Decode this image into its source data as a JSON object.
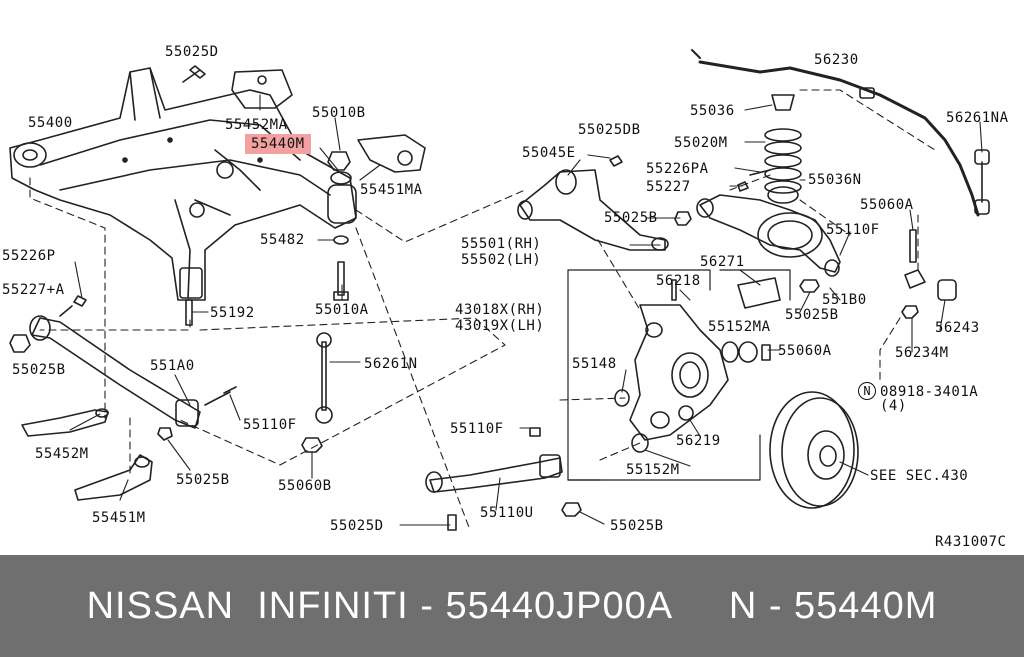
{
  "diagram": {
    "labels": [
      {
        "id": "l1",
        "text": "55025D"
      },
      {
        "id": "l2",
        "text": "55400"
      },
      {
        "id": "l3",
        "text": "55452MA"
      },
      {
        "id": "l4",
        "text": "55010B"
      },
      {
        "id": "l5",
        "text": "55440M"
      },
      {
        "id": "l6",
        "text": "55451MA"
      },
      {
        "id": "l7",
        "text": "55482"
      },
      {
        "id": "l8",
        "text": "55226P"
      },
      {
        "id": "l9",
        "text": "55227+A"
      },
      {
        "id": "l10",
        "text": "55192"
      },
      {
        "id": "l11",
        "text": "55010A"
      },
      {
        "id": "l12",
        "text": "55025B"
      },
      {
        "id": "l13",
        "text": "551A0"
      },
      {
        "id": "l14",
        "text": "56261N"
      },
      {
        "id": "l15",
        "text": "55110F"
      },
      {
        "id": "l16",
        "text": "55452M"
      },
      {
        "id": "l17",
        "text": "55025B"
      },
      {
        "id": "l18",
        "text": "55060B"
      },
      {
        "id": "l19",
        "text": "55451M"
      },
      {
        "id": "l20",
        "text": "55025D"
      },
      {
        "id": "l21",
        "text": "55110U"
      },
      {
        "id": "l22",
        "text": "55025B"
      },
      {
        "id": "l23",
        "text": "55110F"
      },
      {
        "id": "l24",
        "text": "55025DB"
      },
      {
        "id": "l25",
        "text": "55045E"
      },
      {
        "id": "l26",
        "text": "55025B"
      },
      {
        "id": "l27",
        "text": "55501(RH)"
      },
      {
        "id": "l28",
        "text": "55502(LH)"
      },
      {
        "id": "l29",
        "text": "43018X(RH)"
      },
      {
        "id": "l30",
        "text": "43019X(LH)"
      },
      {
        "id": "l31",
        "text": "56218"
      },
      {
        "id": "l32",
        "text": "55148"
      },
      {
        "id": "l33",
        "text": "56219"
      },
      {
        "id": "l34",
        "text": "55152M"
      },
      {
        "id": "l35",
        "text": "56230"
      },
      {
        "id": "l36",
        "text": "55036"
      },
      {
        "id": "l37",
        "text": "55020M"
      },
      {
        "id": "l38",
        "text": "55226PA"
      },
      {
        "id": "l39",
        "text": "55227"
      },
      {
        "id": "l40",
        "text": "55036N"
      },
      {
        "id": "l41",
        "text": "56261NA"
      },
      {
        "id": "l42",
        "text": "55060A"
      },
      {
        "id": "l43",
        "text": "55110F"
      },
      {
        "id": "l44",
        "text": "56271"
      },
      {
        "id": "l45",
        "text": "551B0"
      },
      {
        "id": "l46",
        "text": "55152MA"
      },
      {
        "id": "l47",
        "text": "55025B"
      },
      {
        "id": "l48",
        "text": "55060A"
      },
      {
        "id": "l49",
        "text": "56243"
      },
      {
        "id": "l50",
        "text": "56234M"
      },
      {
        "id": "l51",
        "text": "N"
      },
      {
        "id": "l52",
        "text": "08918-3401A"
      },
      {
        "id": "l53",
        "text": "(4)"
      },
      {
        "id": "l54",
        "text": "SEE SEC.430"
      },
      {
        "id": "l55",
        "text": "R431007C"
      }
    ],
    "highlight_color": "#f2a0a0"
  },
  "footer": {
    "text": "NISSAN  INFINITI - 55440JP00A     N - 55440M",
    "background": "#6f6f6f"
  }
}
